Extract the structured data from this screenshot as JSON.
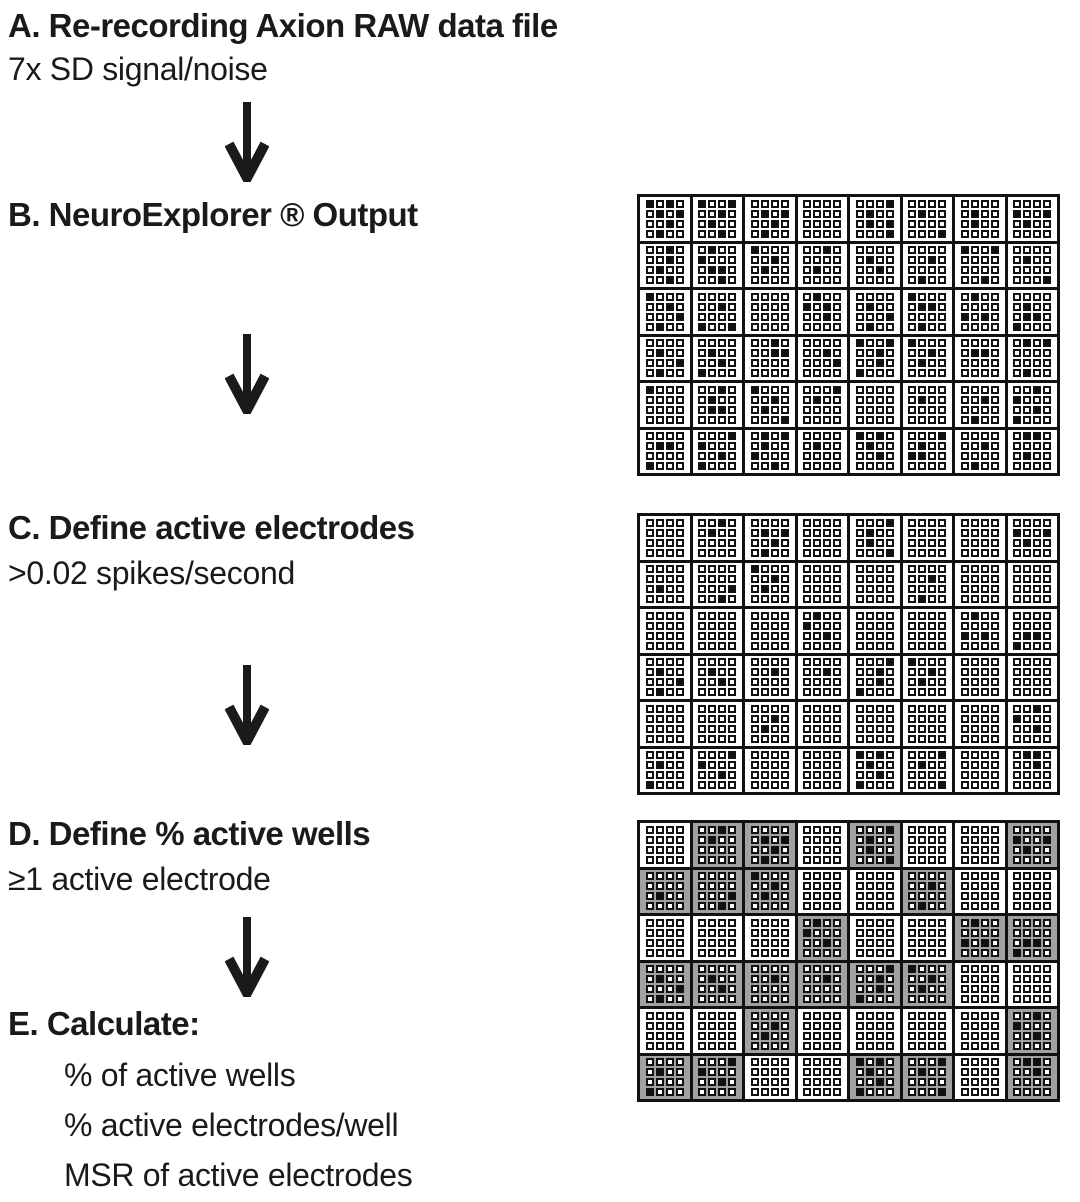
{
  "figure": {
    "background": "#ffffff",
    "text_color": "#1a1a1a",
    "colors": {
      "border": "#111111",
      "active_well_fill": "#a1a1a1",
      "electrode_active": "#111111",
      "electrode_inactive": "#ffffff"
    },
    "sections": {
      "a": {
        "title": "A. Re-recording Axion RAW data file",
        "subtitle": "7x SD signal/noise"
      },
      "b": {
        "title": "B. NeuroExplorer ® Output"
      },
      "c": {
        "title": "C. Define active electrodes",
        "subtitle": ">0.02 spikes/second"
      },
      "d": {
        "title": "D. Define % active wells",
        "subtitle": "≥1 active electrode"
      },
      "e": {
        "title": "E. Calculate:",
        "items": [
          "% of active wells",
          "% active electrodes/well",
          "MSR of active electrodes"
        ]
      }
    },
    "plates": {
      "rows": 6,
      "cols": 8,
      "electrode_rows": 4,
      "electrode_cols": 4,
      "legend": "1 = active (black) electrode, 0 = inactive (open) electrode; strings are 4x4 row-major",
      "b": {
        "name": "neuroexplorer-output-plate",
        "shade_wells_with_active": false,
        "wells": [
          "1010010100100100",
          "1001001001000010",
          "0000010100100100",
          "0000000000000000",
          "0001010001010001",
          "0000010000000001",
          "0000010001000000",
          "0000100101000000",
          "0010001001000010",
          "0100100001100010",
          "1000001001000000",
          "0010000001000000",
          "0000010000100000",
          "0000001000000100",
          "1001000000000010",
          "0000010000000001",
          "1000001000010100",
          "0000001000001001",
          "0000000000000000",
          "0100101000100000",
          "0000010000010100",
          "1000011000000100",
          "0100000010100000",
          "0000010001101000",
          "0000010000010100",
          "0000010000101000",
          "0010001100000000",
          "0000001000010000",
          "1001001000101000",
          "1000001001000000",
          "0000011000000000",
          "0101000000000100",
          "1000000000000000",
          "0010010001100000",
          "1000001001000001",
          "0001010000000000",
          "0000000000000000",
          "0000010000000000",
          "0000001000000100",
          "0010100000101000",
          "0000011000001000",
          "0001100000101000",
          "0101010010000010",
          "0000010000000000",
          "1010010000100000",
          "0001010011000000",
          "0000001000000100",
          "0110000001000000"
        ]
      },
      "c": {
        "name": "active-electrodes-plate",
        "shade_wells_with_active": false,
        "wells": [
          "0000000000000000",
          "0010010000000000",
          "0000010100100100",
          "0000000000000000",
          "0001010001000001",
          "0000000000000000",
          "0000000000000000",
          "0000100101000000",
          "0000000001000000",
          "0000000000010010",
          "1000001001000000",
          "0000000000000000",
          "0000000000000000",
          "0000001000000100",
          "0000000000000000",
          "0000000000000000",
          "0000000000000000",
          "0000000000000000",
          "0000000000000000",
          "0100100000100000",
          "0000000000000000",
          "0000000000000000",
          "0100000010100000",
          "0000000001101000",
          "0000010000010100",
          "0000010000100000",
          "0000001000000000",
          "0000001000000000",
          "0001001000101000",
          "1000001001000000",
          "0000000000000000",
          "0000000000000000",
          "0000000000000000",
          "0000000000000000",
          "0000001001000000",
          "0000000000000000",
          "0000000000000000",
          "0000000000000000",
          "0000000000000000",
          "0010100000100000",
          "0000010000001000",
          "0001100000100000",
          "0000000000000000",
          "0000000000000000",
          "1010010000101000",
          "0001010000000001",
          "0000000000000000",
          "0110001000000000"
        ]
      },
      "d": {
        "name": "active-wells-plate",
        "shade_wells_with_active": true,
        "wells": [
          "0000000000000000",
          "0010010000000000",
          "0000010100100100",
          "0000000000000000",
          "0001010001000001",
          "0000000000000000",
          "0000000000000000",
          "0000100101000000",
          "0000000001000000",
          "0000000000010010",
          "1000001001000000",
          "0000000000000000",
          "0000000000000000",
          "0000001000000100",
          "0000000000000000",
          "0000000000000000",
          "0000000000000000",
          "0000000000000000",
          "0000000000000000",
          "0100100000100000",
          "0000000000000000",
          "0000000000000000",
          "0100000010100000",
          "0000000001101000",
          "0000010000010100",
          "0000010000100000",
          "0000001000000000",
          "0000001000000000",
          "0001001000101000",
          "1000001001000000",
          "0000000000000000",
          "0000000000000000",
          "0000000000000000",
          "0000000000000000",
          "0000001001000000",
          "0000000000000000",
          "0000000000000000",
          "0000000000000000",
          "0000000000000000",
          "0010100000100000",
          "0000010000001000",
          "0001100000100000",
          "0000000000000000",
          "0000000000000000",
          "1010010000101000",
          "0001010000000001",
          "0000000000000000",
          "0110001000000000"
        ]
      }
    }
  }
}
